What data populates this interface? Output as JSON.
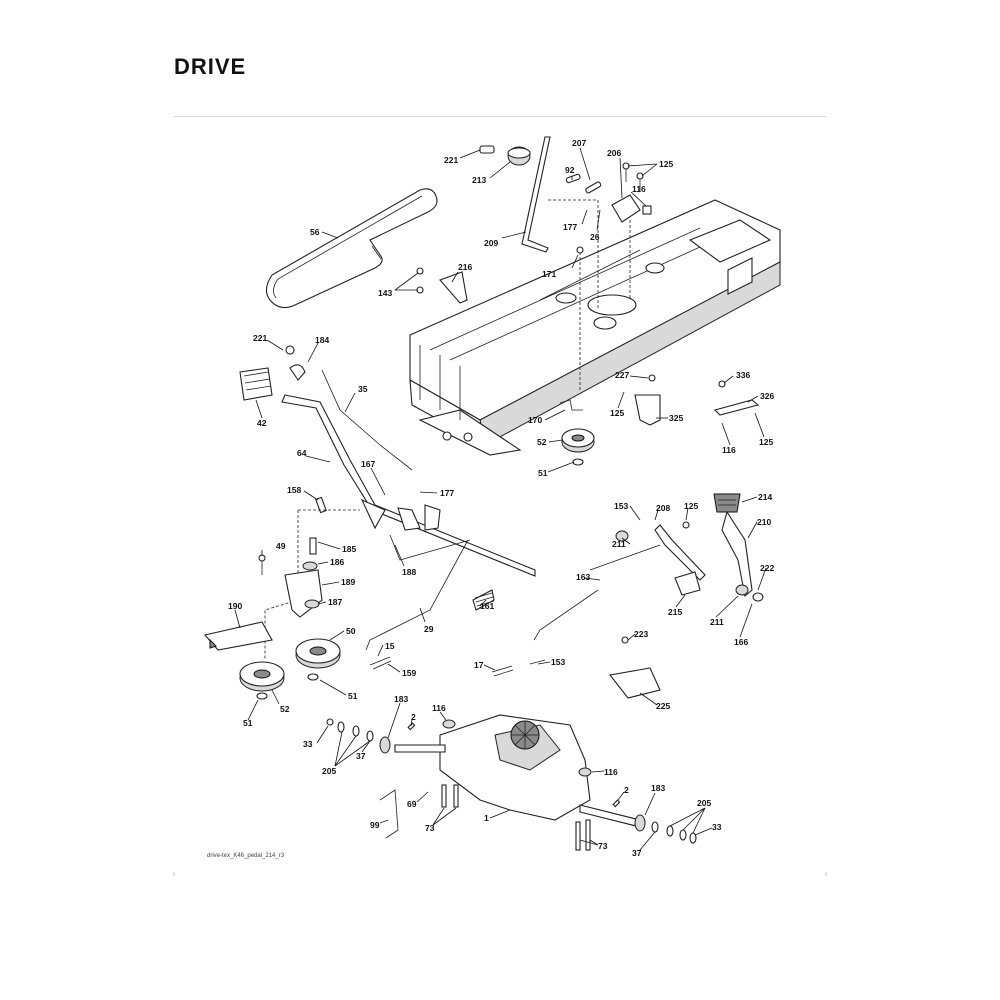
{
  "title": "DRIVE",
  "caption": "drive-tex_K46_pedal_214_r3",
  "parts": [
    {
      "id": "p-221a",
      "label": "221"
    },
    {
      "id": "p-213",
      "label": "213"
    },
    {
      "id": "p-209",
      "label": "209"
    },
    {
      "id": "p-207",
      "label": "207"
    },
    {
      "id": "p-206",
      "label": "206"
    },
    {
      "id": "p-125a",
      "label": "125"
    },
    {
      "id": "p-92",
      "label": "92"
    },
    {
      "id": "p-116a",
      "label": "116"
    },
    {
      "id": "p-177a",
      "label": "177"
    },
    {
      "id": "p-26",
      "label": "26"
    },
    {
      "id": "p-171",
      "label": "171"
    },
    {
      "id": "p-56",
      "label": "56"
    },
    {
      "id": "p-216",
      "label": "216"
    },
    {
      "id": "p-143",
      "label": "143"
    },
    {
      "id": "p-221b",
      "label": "221"
    },
    {
      "id": "p-184",
      "label": "184"
    },
    {
      "id": "p-35",
      "label": "35"
    },
    {
      "id": "p-42",
      "label": "42"
    },
    {
      "id": "p-227",
      "label": "227"
    },
    {
      "id": "p-125b",
      "label": "125"
    },
    {
      "id": "p-325",
      "label": "325"
    },
    {
      "id": "p-336",
      "label": "336"
    },
    {
      "id": "p-326",
      "label": "326"
    },
    {
      "id": "p-125c",
      "label": "125"
    },
    {
      "id": "p-116b",
      "label": "116"
    },
    {
      "id": "p-170",
      "label": "170"
    },
    {
      "id": "p-52a",
      "label": "52"
    },
    {
      "id": "p-51a",
      "label": "51"
    },
    {
      "id": "p-64",
      "label": "64"
    },
    {
      "id": "p-167",
      "label": "167"
    },
    {
      "id": "p-177b",
      "label": "177"
    },
    {
      "id": "p-158",
      "label": "158"
    },
    {
      "id": "p-185",
      "label": "185"
    },
    {
      "id": "p-49",
      "label": "49"
    },
    {
      "id": "p-186",
      "label": "186"
    },
    {
      "id": "p-189",
      "label": "189"
    },
    {
      "id": "p-187",
      "label": "187"
    },
    {
      "id": "p-188",
      "label": "188"
    },
    {
      "id": "p-190",
      "label": "190"
    },
    {
      "id": "p-50",
      "label": "50"
    },
    {
      "id": "p-29",
      "label": "29"
    },
    {
      "id": "p-161",
      "label": "161"
    },
    {
      "id": "p-15",
      "label": "15"
    },
    {
      "id": "p-159",
      "label": "159"
    },
    {
      "id": "p-51b",
      "label": "51"
    },
    {
      "id": "p-52b",
      "label": "52"
    },
    {
      "id": "p-51c",
      "label": "51"
    },
    {
      "id": "p-153a",
      "label": "153"
    },
    {
      "id": "p-208",
      "label": "208"
    },
    {
      "id": "p-125d",
      "label": "125"
    },
    {
      "id": "p-214",
      "label": "214"
    },
    {
      "id": "p-211a",
      "label": "211"
    },
    {
      "id": "p-210",
      "label": "210"
    },
    {
      "id": "p-163",
      "label": "163"
    },
    {
      "id": "p-222",
      "label": "222"
    },
    {
      "id": "p-215",
      "label": "215"
    },
    {
      "id": "p-211b",
      "label": "211"
    },
    {
      "id": "p-166",
      "label": "166"
    },
    {
      "id": "p-223",
      "label": "223"
    },
    {
      "id": "p-17",
      "label": "17"
    },
    {
      "id": "p-153b",
      "label": "153"
    },
    {
      "id": "p-225",
      "label": "225"
    },
    {
      "id": "p-183a",
      "label": "183"
    },
    {
      "id": "p-116c",
      "label": "116"
    },
    {
      "id": "p-2a",
      "label": "2"
    },
    {
      "id": "p-33a",
      "label": "33"
    },
    {
      "id": "p-205a",
      "label": "205"
    },
    {
      "id": "p-37a",
      "label": "37"
    },
    {
      "id": "p-116d",
      "label": "116"
    },
    {
      "id": "p-69",
      "label": "69"
    },
    {
      "id": "p-73a",
      "label": "73"
    },
    {
      "id": "p-99",
      "label": "99"
    },
    {
      "id": "p-1",
      "label": "1"
    },
    {
      "id": "p-2b",
      "label": "2"
    },
    {
      "id": "p-183b",
      "label": "183"
    },
    {
      "id": "p-205b",
      "label": "205"
    },
    {
      "id": "p-33b",
      "label": "33"
    },
    {
      "id": "p-37b",
      "label": "37"
    },
    {
      "id": "p-73b",
      "label": "73"
    }
  ]
}
